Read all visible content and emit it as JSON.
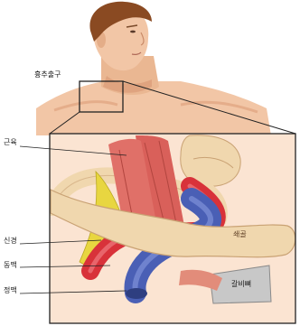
{
  "labels": {
    "region": "흉추출구",
    "muscle": "근육",
    "nerve": "신경",
    "artery": "동맥",
    "vein": "정맥",
    "clavicle": "쇄골",
    "first_rib": "갈비뼈"
  },
  "colors": {
    "skin": "#f2c6a6",
    "skin_shadow": "#dfa37f",
    "hair": "#8a4a22",
    "muscle": "#d9605a",
    "bone": "#f0d7ae",
    "nerve": "#e8d640",
    "artery": "#d8323a",
    "vein": "#4a5fb5",
    "outline": "#222222"
  }
}
